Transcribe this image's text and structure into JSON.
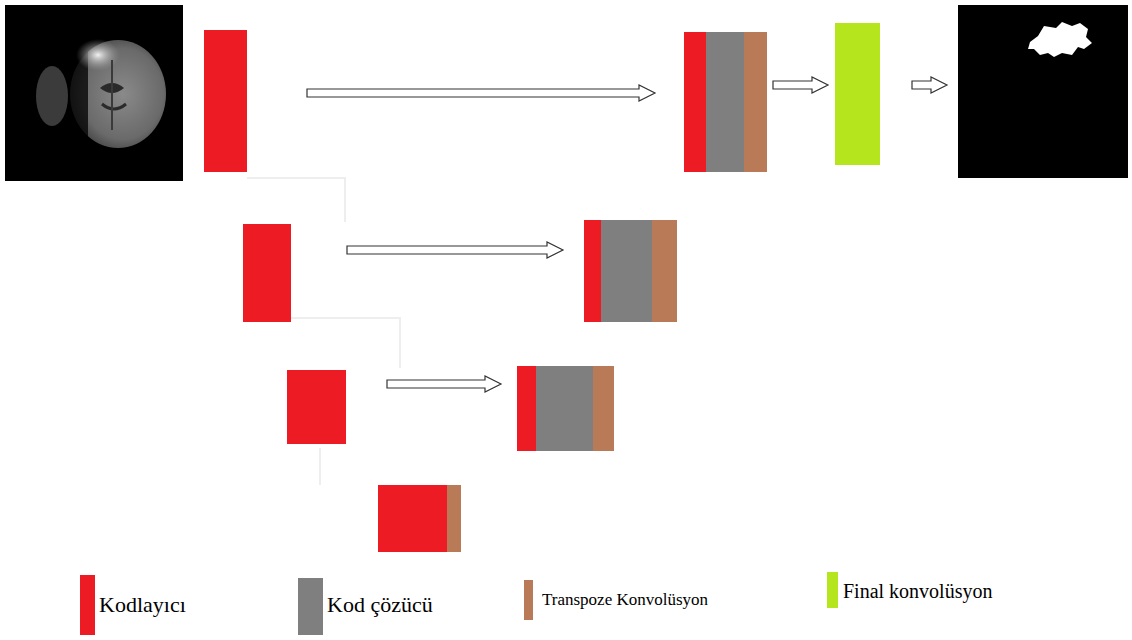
{
  "diagram": {
    "legend": [
      {
        "text": "Kodlayıcı",
        "color": "#ed1c24"
      },
      {
        "text": "Kod çözücü",
        "color": "#7f7f7f"
      },
      {
        "text": "Transpoze Konvolüsyon",
        "color": "#b97a57"
      },
      {
        "text": "Final konvolüsyon",
        "color": "#b5e61d"
      }
    ]
  }
}
